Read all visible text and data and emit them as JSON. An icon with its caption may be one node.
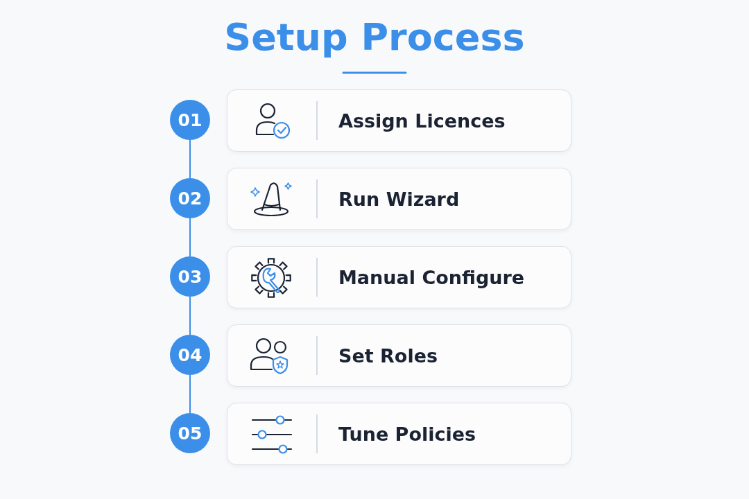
{
  "diagram": {
    "title": "Setup Process",
    "nodes": [
      {
        "text": [
          "01"
        ]
      },
      {
        "text": [
          "Assign Licences"
        ]
      },
      {
        "text": [
          "02"
        ]
      },
      {
        "text": [
          "Run Wizard"
        ]
      },
      {
        "text": [
          "03"
        ]
      },
      {
        "text": [
          "Manual Configure"
        ]
      },
      {
        "text": [
          "04"
        ]
      },
      {
        "text": [
          "Set Roles"
        ]
      },
      {
        "text": [
          "05"
        ]
      },
      {
        "text": [
          "Tune Policies"
        ]
      }
    ],
    "edges": [
      {
        "from": 0,
        "to": 2,
        "arrow": "none"
      },
      {
        "from": 2,
        "to": 4,
        "arrow": "none"
      },
      {
        "from": 4,
        "to": 6,
        "arrow": "none"
      },
      {
        "from": 6,
        "to": 8,
        "arrow": "none"
      }
    ]
  }
}
